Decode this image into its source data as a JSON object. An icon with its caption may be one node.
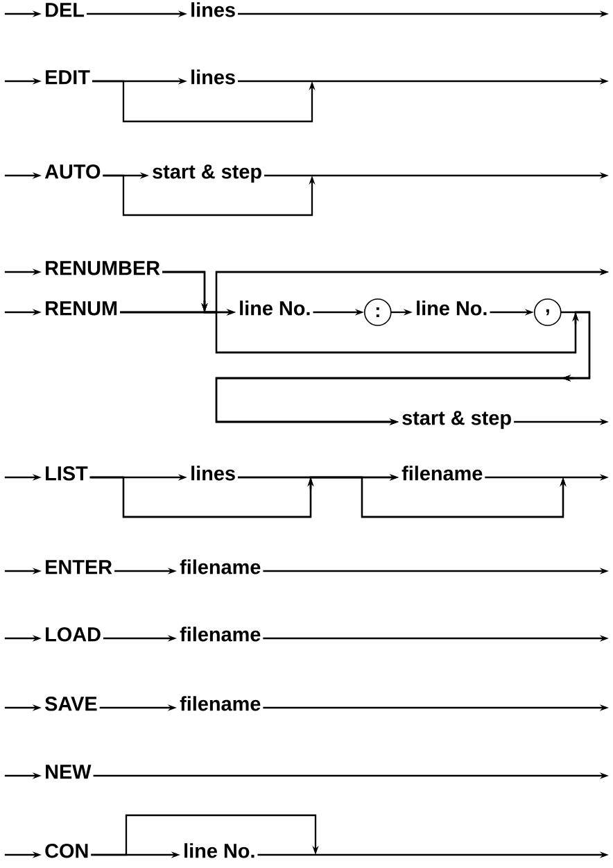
{
  "diagram": {
    "nodes": [
      {
        "text": [
          "DEL"
        ]
      },
      {
        "text": [
          "lines"
        ]
      },
      {
        "text": [
          "EDIT"
        ]
      },
      {
        "text": [
          "lines"
        ]
      },
      {
        "text": [
          "AUTO"
        ]
      },
      {
        "text": [
          "start & step"
        ]
      },
      {
        "text": [
          "RENUMBER"
        ]
      },
      {
        "text": [
          "RENUM"
        ]
      },
      {
        "text": [
          "line No."
        ]
      },
      {
        "text": [
          ":"
        ]
      },
      {
        "text": [
          "line No."
        ]
      },
      {
        "text": [
          ","
        ]
      },
      {
        "text": [
          "start & step"
        ]
      },
      {
        "text": [
          "LIST"
        ]
      },
      {
        "text": [
          "lines"
        ]
      },
      {
        "text": [
          "filename"
        ]
      },
      {
        "text": [
          "ENTER"
        ]
      },
      {
        "text": [
          "filename"
        ]
      },
      {
        "text": [
          "LOAD"
        ]
      },
      {
        "text": [
          "filename"
        ]
      },
      {
        "text": [
          "SAVE"
        ]
      },
      {
        "text": [
          "filename"
        ]
      },
      {
        "text": [
          "NEW"
        ]
      },
      {
        "text": [
          "CON"
        ]
      },
      {
        "text": [
          "line No."
        ]
      }
    ],
    "edges": [
      {
        "from": null,
        "to": 0,
        "arrow": "to"
      },
      {
        "from": 0,
        "to": 1,
        "arrow": "to"
      },
      {
        "from": 1,
        "to": null,
        "arrow": "to"
      },
      {
        "from": null,
        "to": 2,
        "arrow": "to"
      },
      {
        "from": 2,
        "to": 3,
        "arrow": "to"
      },
      {
        "from": 3,
        "to": null,
        "arrow": "to"
      },
      {
        "from": 2,
        "to": null,
        "arrow": "to"
      },
      {
        "from": null,
        "to": 4,
        "arrow": "to"
      },
      {
        "from": 4,
        "to": 5,
        "arrow": "to"
      },
      {
        "from": 5,
        "to": null,
        "arrow": "to"
      },
      {
        "from": 4,
        "to": null,
        "arrow": "to"
      },
      {
        "from": null,
        "to": 6,
        "arrow": "to"
      },
      {
        "from": null,
        "to": 7,
        "arrow": "to"
      },
      {
        "from": 6,
        "to": 8,
        "arrow": "to"
      },
      {
        "from": 7,
        "to": 8,
        "arrow": "to"
      },
      {
        "from": 8,
        "to": 9,
        "arrow": "to"
      },
      {
        "from": 9,
        "to": 10,
        "arrow": "to"
      },
      {
        "from": 10,
        "to": 11,
        "arrow": "to"
      },
      {
        "from": 11,
        "to": 12,
        "arrow": "to"
      },
      {
        "from": 12,
        "to": null,
        "arrow": "to"
      },
      {
        "from": 6,
        "to": null,
        "arrow": "to"
      },
      {
        "from": 7,
        "to": null,
        "arrow": "to"
      },
      {
        "from": 6,
        "to": 12,
        "arrow": "to"
      },
      {
        "from": 7,
        "to": 12,
        "arrow": "to"
      },
      {
        "from": null,
        "to": 13,
        "arrow": "to"
      },
      {
        "from": 13,
        "to": 14,
        "arrow": "to"
      },
      {
        "from": 14,
        "to": 15,
        "arrow": "to"
      },
      {
        "from": 15,
        "to": null,
        "arrow": "to"
      },
      {
        "from": 13,
        "to": 15,
        "arrow": "to"
      },
      {
        "from": 14,
        "to": null,
        "arrow": "to"
      },
      {
        "from": 13,
        "to": null,
        "arrow": "to"
      },
      {
        "from": null,
        "to": 16,
        "arrow": "to"
      },
      {
        "from": 16,
        "to": 17,
        "arrow": "to"
      },
      {
        "from": 17,
        "to": null,
        "arrow": "to"
      },
      {
        "from": null,
        "to": 18,
        "arrow": "to"
      },
      {
        "from": 18,
        "to": 19,
        "arrow": "to"
      },
      {
        "from": 19,
        "to": null,
        "arrow": "to"
      },
      {
        "from": null,
        "to": 20,
        "arrow": "to"
      },
      {
        "from": 20,
        "to": 21,
        "arrow": "to"
      },
      {
        "from": 21,
        "to": null,
        "arrow": "to"
      },
      {
        "from": null,
        "to": 22,
        "arrow": "to"
      },
      {
        "from": 22,
        "to": null,
        "arrow": "to"
      },
      {
        "from": null,
        "to": 23,
        "arrow": "to"
      },
      {
        "from": 23,
        "to": 24,
        "arrow": "to"
      },
      {
        "from": 24,
        "to": null,
        "arrow": "to"
      },
      {
        "from": 23,
        "to": null,
        "arrow": "to"
      }
    ]
  }
}
